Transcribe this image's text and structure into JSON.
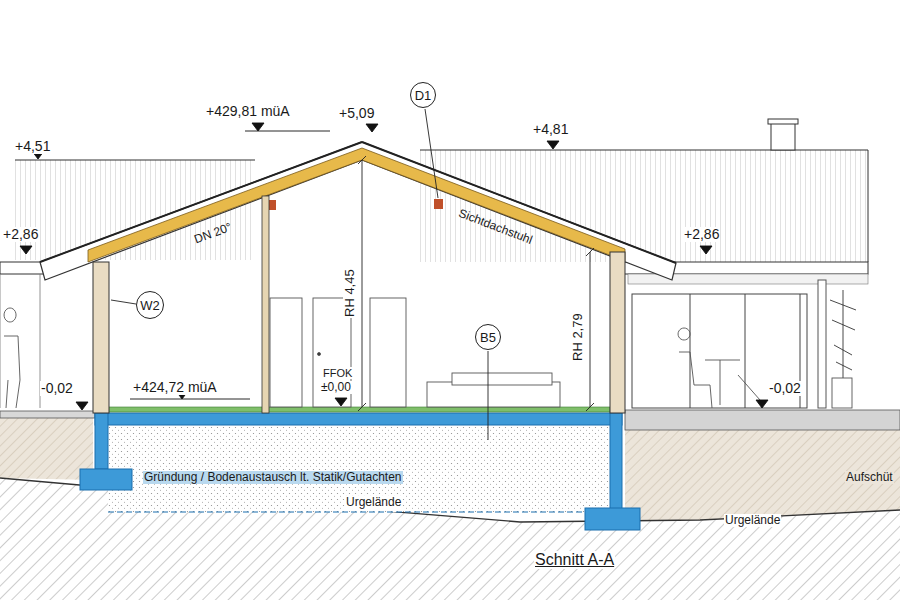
{
  "diagram": {
    "nodes": [
      {
        "text": [
          "D1"
        ]
      },
      {
        "text": [
          "W2"
        ]
      },
      {
        "text": [
          "B5"
        ]
      }
    ],
    "labels": [
      "+429,81 müA",
      "+5,09",
      "+4,51",
      "+4,81",
      "+2,86",
      "+2,86",
      "DN 20°",
      "Sichtdachstuhl",
      "RH 4,45",
      "RH 2,79",
      "FFOK",
      "±0,00",
      "+424,72 müA",
      "-0,02",
      "-0,02",
      "Gründung / Bodenaustausch lt. Statik/Gutachten",
      "Urgelände",
      "Urgelände",
      "Aufschüt",
      "Schnitt A-A"
    ]
  }
}
